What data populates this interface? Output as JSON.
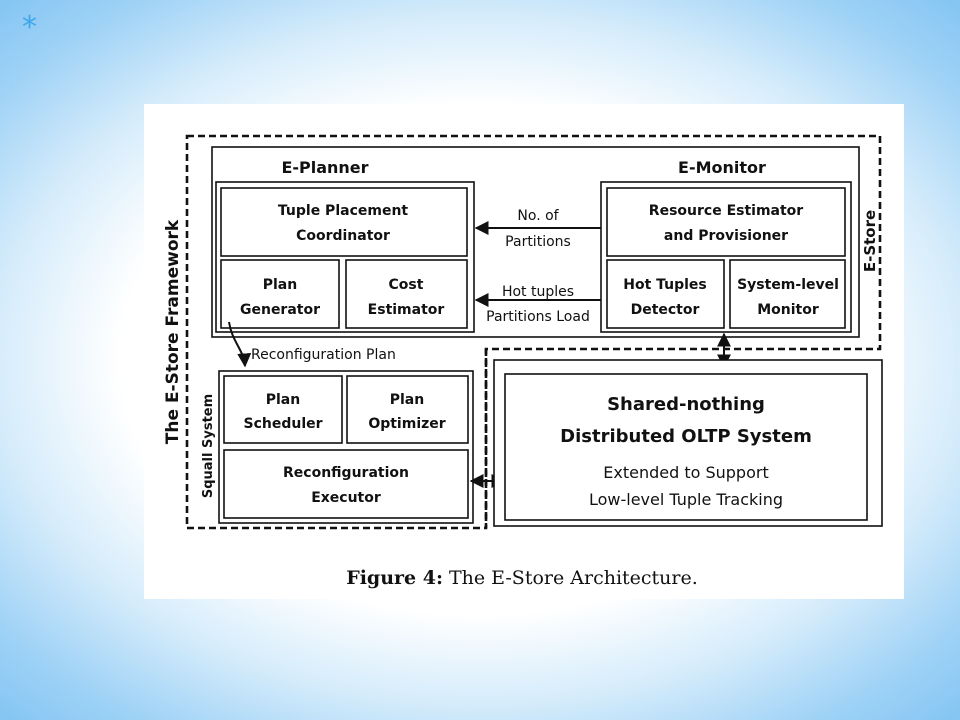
{
  "slide": {
    "decoration": {
      "icon": "asterisk-icon",
      "glyph": "*",
      "color": "#3ea7ea"
    }
  },
  "figure": {
    "framework_label": "The E-Store Framework",
    "estore_label": "E-Store",
    "squall_label": "Squall System",
    "eplanner": {
      "title": "E-Planner",
      "tuple_placement": [
        "Tuple Placement",
        "Coordinator"
      ],
      "plan_generator": [
        "Plan",
        "Generator"
      ],
      "cost_estimator": [
        "Cost",
        "Estimator"
      ]
    },
    "emonitor": {
      "title": "E-Monitor",
      "resource_estimator": [
        "Resource Estimator",
        "and Provisioner"
      ],
      "hot_tuples_detector": [
        "Hot Tuples",
        "Detector"
      ],
      "system_level_monitor": [
        "System-level",
        "Monitor"
      ]
    },
    "arrows": {
      "partitions": [
        "No. of",
        "Partitions"
      ],
      "hot_tuples": [
        "Hot tuples",
        "Partitions Load"
      ],
      "reconfiguration_plan": "Reconfiguration Plan"
    },
    "squall": {
      "plan_scheduler": [
        "Plan",
        "Scheduler"
      ],
      "plan_optimizer": [
        "Plan",
        "Optimizer"
      ],
      "reconfiguration_executor": [
        "Reconfiguration",
        "Executor"
      ]
    },
    "oltp": {
      "title": [
        "Shared-nothing",
        "Distributed OLTP System"
      ],
      "subtitle": [
        "Extended to Support",
        "Low-level Tuple Tracking"
      ]
    },
    "caption": {
      "label": "Figure 4:",
      "text": "The E-Store Architecture."
    }
  }
}
